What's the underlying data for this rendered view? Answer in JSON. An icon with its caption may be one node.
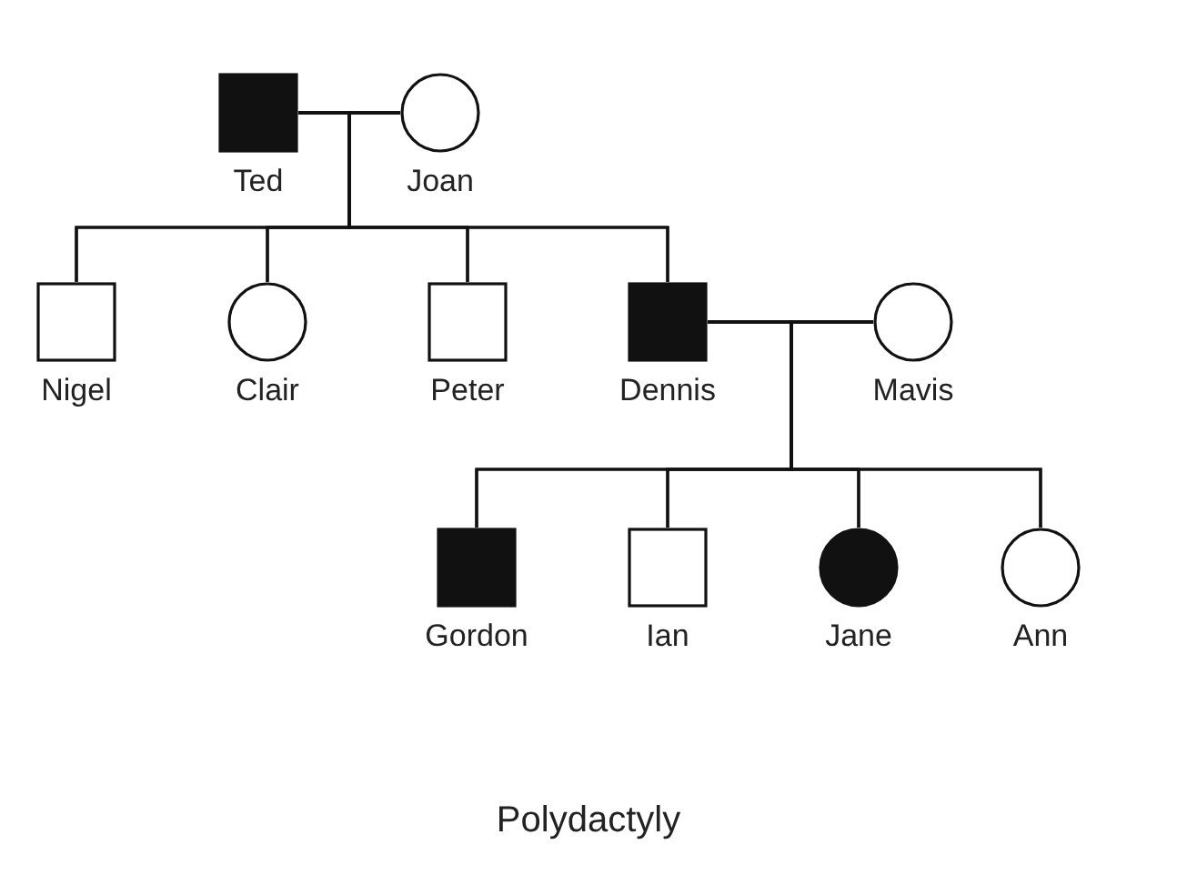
{
  "diagram": {
    "caption": "Polydactyly",
    "nodes": [
      {
        "text": [],
        "shape": "box",
        "beside": [
          "Ted"
        ]
      },
      {
        "text": [],
        "shape": "circle",
        "beside": [
          "Joan"
        ]
      },
      {
        "text": [],
        "shape": "box",
        "beside": [
          "Nigel"
        ]
      },
      {
        "text": [],
        "shape": "circle",
        "beside": [
          "Clair"
        ]
      },
      {
        "text": [],
        "shape": "box",
        "beside": [
          "Peter"
        ]
      },
      {
        "text": [],
        "shape": "box",
        "beside": [
          "Dennis"
        ]
      },
      {
        "text": [],
        "shape": "circle",
        "beside": [
          "Mavis"
        ]
      },
      {
        "text": [],
        "shape": "box",
        "beside": [
          "Gordon"
        ]
      },
      {
        "text": [],
        "shape": "box",
        "beside": [
          "Ian"
        ]
      },
      {
        "text": [],
        "shape": "circle",
        "beside": [
          "Jane"
        ]
      },
      {
        "text": [],
        "shape": "circle",
        "beside": [
          "Ann"
        ]
      }
    ],
    "edges": [
      {
        "from": 0,
        "to": 1,
        "arrow": "none"
      },
      {
        "from": 0,
        "to": 2,
        "arrow": "none"
      },
      {
        "from": 1,
        "to": 2,
        "arrow": "none"
      },
      {
        "from": 0,
        "to": 3,
        "arrow": "none"
      },
      {
        "from": 1,
        "to": 3,
        "arrow": "none"
      },
      {
        "from": 0,
        "to": 4,
        "arrow": "none"
      },
      {
        "from": 1,
        "to": 4,
        "arrow": "none"
      },
      {
        "from": 0,
        "to": 5,
        "arrow": "none"
      },
      {
        "from": 1,
        "to": 5,
        "arrow": "none"
      },
      {
        "from": 5,
        "to": 6,
        "arrow": "none"
      },
      {
        "from": 5,
        "to": 7,
        "arrow": "none"
      },
      {
        "from": 6,
        "to": 7,
        "arrow": "none"
      },
      {
        "from": 5,
        "to": 8,
        "arrow": "none"
      },
      {
        "from": 6,
        "to": 8,
        "arrow": "none"
      },
      {
        "from": 5,
        "to": 9,
        "arrow": "none"
      },
      {
        "from": 6,
        "to": 9,
        "arrow": "none"
      },
      {
        "from": 5,
        "to": 10,
        "arrow": "none"
      },
      {
        "from": 6,
        "to": 10,
        "arrow": "none"
      }
    ]
  }
}
